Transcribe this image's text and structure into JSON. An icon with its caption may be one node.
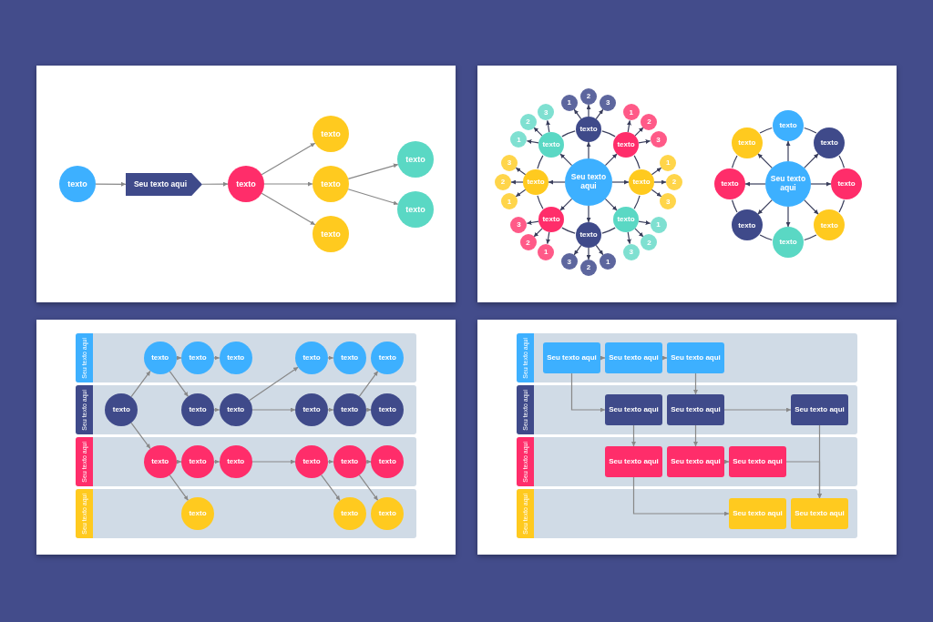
{
  "diagram": {
    "nodes": [
      {
        "text": [
          "texto"
        ]
      },
      {
        "text": [
          "Seu texto aqui"
        ]
      },
      {
        "text": [
          "texto"
        ]
      },
      {
        "text": [
          "texto"
        ]
      },
      {
        "text": [
          "texto"
        ]
      },
      {
        "text": [
          "texto"
        ]
      },
      {
        "text": [
          "texto"
        ]
      },
      {
        "text": [
          "texto"
        ]
      },
      {
        "text": [
          "Seu texto aqui"
        ]
      },
      {
        "text": [
          "texto"
        ]
      },
      {
        "text": [
          "1"
        ]
      },
      {
        "text": [
          "2"
        ]
      },
      {
        "text": [
          "3"
        ]
      },
      {
        "text": [
          "texto"
        ]
      },
      {
        "text": [
          "1"
        ]
      },
      {
        "text": [
          "2"
        ]
      },
      {
        "text": [
          "3"
        ]
      },
      {
        "text": [
          "texto"
        ]
      },
      {
        "text": [
          "1"
        ]
      },
      {
        "text": [
          "2"
        ]
      },
      {
        "text": [
          "3"
        ]
      },
      {
        "text": [
          "texto"
        ]
      },
      {
        "text": [
          "1"
        ]
      },
      {
        "text": [
          "2"
        ]
      },
      {
        "text": [
          "3"
        ]
      },
      {
        "text": [
          "texto"
        ]
      },
      {
        "text": [
          "1"
        ]
      },
      {
        "text": [
          "2"
        ]
      },
      {
        "text": [
          "3"
        ]
      },
      {
        "text": [
          "texto"
        ]
      },
      {
        "text": [
          "1"
        ]
      },
      {
        "text": [
          "2"
        ]
      },
      {
        "text": [
          "3"
        ]
      },
      {
        "text": [
          "texto"
        ]
      },
      {
        "text": [
          "1"
        ]
      },
      {
        "text": [
          "2"
        ]
      },
      {
        "text": [
          "3"
        ]
      },
      {
        "text": [
          "texto"
        ]
      },
      {
        "text": [
          "1"
        ]
      },
      {
        "text": [
          "2"
        ]
      },
      {
        "text": [
          "3"
        ]
      },
      {
        "text": [
          "Seu texto aqui"
        ]
      },
      {
        "text": [
          "texto"
        ]
      },
      {
        "text": [
          "texto"
        ]
      },
      {
        "text": [
          "texto"
        ]
      },
      {
        "text": [
          "texto"
        ]
      },
      {
        "text": [
          "texto"
        ]
      },
      {
        "text": [
          "texto"
        ]
      },
      {
        "text": [
          "texto"
        ]
      },
      {
        "text": [
          "texto"
        ]
      },
      {
        "text": [
          "Seu texto aqui"
        ]
      },
      {
        "text": [
          "texto"
        ],
        "in": 50
      },
      {
        "text": [
          "texto"
        ],
        "in": 50
      },
      {
        "text": [
          "texto"
        ],
        "in": 50
      },
      {
        "text": [
          "texto"
        ],
        "in": 50
      },
      {
        "text": [
          "texto"
        ],
        "in": 50
      },
      {
        "text": [
          "texto"
        ],
        "in": 50
      },
      {
        "text": [
          "Seu texto aqui"
        ]
      },
      {
        "text": [
          "texto"
        ],
        "in": 57
      },
      {
        "text": [
          "texto"
        ],
        "in": 57
      },
      {
        "text": [
          "texto"
        ],
        "in": 57
      },
      {
        "text": [
          "texto"
        ],
        "in": 57
      },
      {
        "text": [
          "texto"
        ],
        "in": 57
      },
      {
        "text": [
          "texto"
        ],
        "in": 57
      },
      {
        "text": [
          "Seu texto aqui"
        ]
      },
      {
        "text": [
          "texto"
        ],
        "in": 64
      },
      {
        "text": [
          "texto"
        ],
        "in": 64
      },
      {
        "text": [
          "texto"
        ],
        "in": 64
      },
      {
        "text": [
          "texto"
        ],
        "in": 64
      },
      {
        "text": [
          "texto"
        ],
        "in": 64
      },
      {
        "text": [
          "texto"
        ],
        "in": 64
      },
      {
        "text": [
          "Seu texto aqui"
        ]
      },
      {
        "text": [
          "texto"
        ],
        "in": 71
      },
      {
        "text": [
          "texto"
        ],
        "in": 71
      },
      {
        "text": [
          "texto"
        ],
        "in": 71
      },
      {
        "text": [
          "Seu texto aqui"
        ]
      },
      {
        "text": [
          "Seu texto aqui"
        ],
        "in": 75
      },
      {
        "text": [
          "Seu texto aqui"
        ],
        "in": 75
      },
      {
        "text": [
          "Seu texto aqui"
        ],
        "in": 75
      },
      {
        "text": [
          "Seu texto aqui"
        ]
      },
      {
        "text": [
          "Seu texto aqui"
        ],
        "in": 79
      },
      {
        "text": [
          "Seu texto aqui"
        ],
        "in": 79
      },
      {
        "text": [
          "Seu texto aqui"
        ],
        "in": 79
      },
      {
        "text": [
          "Seu texto aqui"
        ]
      },
      {
        "text": [
          "Seu texto aqui"
        ],
        "in": 83
      },
      {
        "text": [
          "Seu texto aqui"
        ],
        "in": 83
      },
      {
        "text": [
          "Seu texto aqui"
        ],
        "in": 83
      },
      {
        "text": [
          "Seu texto aqui"
        ]
      },
      {
        "text": [
          "Seu texto aqui"
        ],
        "in": 87
      },
      {
        "text": [
          "Seu texto aqui"
        ],
        "in": 87
      }
    ],
    "edges": [
      {
        "from": 0,
        "to": 1,
        "arrow": "to",
        "color": "#888888"
      },
      {
        "from": 1,
        "to": 2,
        "arrow": "to",
        "color": "#888888"
      },
      {
        "from": 2,
        "to": 3,
        "arrow": "to",
        "color": "#888888"
      },
      {
        "from": 2,
        "to": 4,
        "arrow": "to",
        "color": "#888888"
      },
      {
        "from": 2,
        "to": 5,
        "arrow": "to",
        "color": "#888888"
      },
      {
        "from": 4,
        "to": 6,
        "arrow": "to",
        "color": "#888888"
      },
      {
        "from": 4,
        "to": 7,
        "arrow": "to",
        "color": "#888888"
      },
      {
        "from": 8,
        "to": 9,
        "arrow": "to"
      },
      {
        "from": 8,
        "to": 13,
        "arrow": "to"
      },
      {
        "from": 8,
        "to": 17,
        "arrow": "to"
      },
      {
        "from": 8,
        "to": 21,
        "arrow": "to"
      },
      {
        "from": 8,
        "to": 25,
        "arrow": "to"
      },
      {
        "from": 8,
        "to": 29,
        "arrow": "to"
      },
      {
        "from": 8,
        "to": 33,
        "arrow": "to"
      },
      {
        "from": 8,
        "to": 37,
        "arrow": "to"
      },
      {
        "from": 9,
        "to": 10,
        "arrow": "to"
      },
      {
        "from": 9,
        "to": 11,
        "arrow": "to"
      },
      {
        "from": 9,
        "to": 12,
        "arrow": "to"
      },
      {
        "from": 13,
        "to": 14,
        "arrow": "to"
      },
      {
        "from": 13,
        "to": 15,
        "arrow": "to"
      },
      {
        "from": 13,
        "to": 16,
        "arrow": "to"
      },
      {
        "from": 17,
        "to": 18,
        "arrow": "to"
      },
      {
        "from": 17,
        "to": 19,
        "arrow": "to"
      },
      {
        "from": 17,
        "to": 20,
        "arrow": "to"
      },
      {
        "from": 21,
        "to": 22,
        "arrow": "to"
      },
      {
        "from": 21,
        "to": 23,
        "arrow": "to"
      },
      {
        "from": 21,
        "to": 24,
        "arrow": "to"
      },
      {
        "from": 25,
        "to": 26,
        "arrow": "to"
      },
      {
        "from": 25,
        "to": 27,
        "arrow": "to"
      },
      {
        "from": 25,
        "to": 28,
        "arrow": "to"
      },
      {
        "from": 29,
        "to": 30,
        "arrow": "to"
      },
      {
        "from": 29,
        "to": 31,
        "arrow": "to"
      },
      {
        "from": 29,
        "to": 32,
        "arrow": "to"
      },
      {
        "from": 33,
        "to": 34,
        "arrow": "to"
      },
      {
        "from": 33,
        "to": 35,
        "arrow": "to"
      },
      {
        "from": 33,
        "to": 36,
        "arrow": "to"
      },
      {
        "from": 37,
        "to": 38,
        "arrow": "to"
      },
      {
        "from": 37,
        "to": 39,
        "arrow": "to"
      },
      {
        "from": 37,
        "to": 40,
        "arrow": "to"
      },
      {
        "from": 9,
        "to": 13,
        "arrow": "none"
      },
      {
        "from": 13,
        "to": 17,
        "arrow": "none"
      },
      {
        "from": 17,
        "to": 21,
        "arrow": "none"
      },
      {
        "from": 21,
        "to": 25,
        "arrow": "none"
      },
      {
        "from": 25,
        "to": 29,
        "arrow": "none"
      },
      {
        "from": 29,
        "to": 33,
        "arrow": "none"
      },
      {
        "from": 33,
        "to": 37,
        "arrow": "none"
      },
      {
        "from": 37,
        "to": 9,
        "arrow": "none"
      },
      {
        "from": 41,
        "to": 42,
        "arrow": "to"
      },
      {
        "from": 41,
        "to": 43,
        "arrow": "to"
      },
      {
        "from": 41,
        "to": 44,
        "arrow": "to"
      },
      {
        "from": 41,
        "to": 45,
        "arrow": "to"
      },
      {
        "from": 41,
        "to": 46,
        "arrow": "to"
      },
      {
        "from": 41,
        "to": 47,
        "arrow": "to"
      },
      {
        "from": 41,
        "to": 48,
        "arrow": "to"
      },
      {
        "from": 41,
        "to": 49,
        "arrow": "to"
      },
      {
        "from": 42,
        "to": 43,
        "arrow": "none"
      },
      {
        "from": 43,
        "to": 44,
        "arrow": "none"
      },
      {
        "from": 44,
        "to": 45,
        "arrow": "none"
      },
      {
        "from": 45,
        "to": 46,
        "arrow": "none"
      },
      {
        "from": 46,
        "to": 47,
        "arrow": "none"
      },
      {
        "from": 47,
        "to": 48,
        "arrow": "none"
      },
      {
        "from": 48,
        "to": 49,
        "arrow": "none"
      },
      {
        "from": 49,
        "to": 42,
        "arrow": "none"
      },
      {
        "from": 51,
        "to": 52,
        "arrow": "to",
        "color": "#888888"
      },
      {
        "from": 52,
        "to": 53,
        "arrow": "to",
        "color": "#888888"
      },
      {
        "from": 54,
        "to": 55,
        "arrow": "to",
        "color": "#888888"
      },
      {
        "from": 58,
        "to": 51,
        "arrow": "to",
        "color": "#888888"
      },
      {
        "from": 58,
        "to": 65,
        "arrow": "to",
        "color": "#888888"
      },
      {
        "from": 51,
        "to": 59,
        "arrow": "to",
        "color": "#888888"
      },
      {
        "from": 59,
        "to": 60,
        "arrow": "to",
        "color": "#888888"
      },
      {
        "from": 60,
        "to": 54,
        "arrow": "to",
        "color": "#888888"
      },
      {
        "from": 60,
        "to": 61,
        "arrow": "to",
        "color": "#888888"
      },
      {
        "from": 61,
        "to": 62,
        "arrow": "to",
        "color": "#888888"
      },
      {
        "from": 62,
        "to": 63,
        "arrow": "to",
        "color": "#888888"
      },
      {
        "from": 62,
        "to": 56,
        "arrow": "to",
        "color": "#888888"
      },
      {
        "from": 65,
        "to": 66,
        "arrow": "to",
        "color": "#888888"
      },
      {
        "from": 66,
        "to": 67,
        "arrow": "to",
        "color": "#888888"
      },
      {
        "from": 67,
        "to": 68,
        "arrow": "to",
        "color": "#888888"
      },
      {
        "from": 68,
        "to": 69,
        "arrow": "to",
        "color": "#888888"
      },
      {
        "from": 69,
        "to": 70,
        "arrow": "to",
        "color": "#888888"
      },
      {
        "from": 65,
        "to": 72,
        "arrow": "to",
        "color": "#888888"
      },
      {
        "from": 68,
        "to": 73,
        "arrow": "to",
        "color": "#888888"
      },
      {
        "from": 69,
        "to": 74,
        "arrow": "to",
        "color": "#888888"
      },
      {
        "from": 76,
        "to": 77,
        "arrow": "to",
        "color": "#888888"
      },
      {
        "from": 77,
        "to": 78,
        "arrow": "to",
        "color": "#888888"
      },
      {
        "from": 76,
        "to": 80,
        "arrow": "to",
        "color": "#888888"
      },
      {
        "from": 78,
        "to": 81,
        "arrow": "to",
        "color": "#888888"
      },
      {
        "from": 81,
        "to": 82,
        "arrow": "to",
        "color": "#888888"
      },
      {
        "from": 80,
        "to": 84,
        "arrow": "to",
        "color": "#888888"
      },
      {
        "from": 81,
        "to": 85,
        "arrow": "to",
        "color": "#888888"
      },
      {
        "from": 85,
        "to": 86,
        "arrow": "to",
        "color": "#888888"
      },
      {
        "from": 86,
        "to": 89,
        "arrow": "to",
        "color": "#888888"
      },
      {
        "from": 82,
        "to": 89,
        "arrow": "to",
        "color": "#888888"
      },
      {
        "from": 84,
        "to": 88,
        "arrow": "to",
        "color": "#888888"
      }
    ]
  }
}
